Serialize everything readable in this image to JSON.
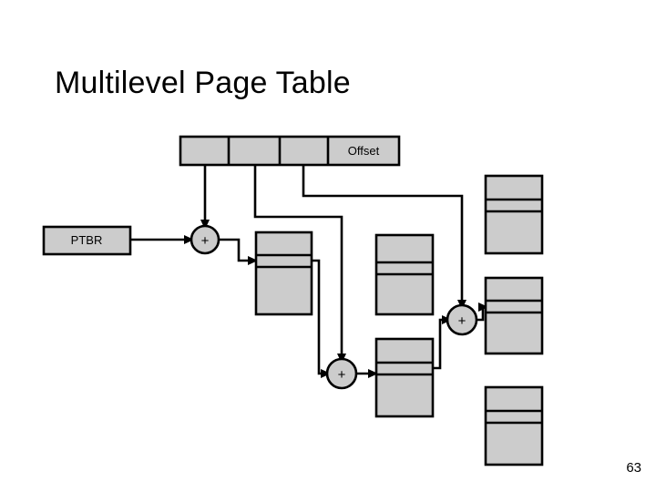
{
  "slide": {
    "title": "Multilevel Page Table",
    "page_number": "63",
    "background_color": "#ffffff",
    "text_color": "#000000"
  },
  "diagram": {
    "type": "block-diagram",
    "fill_color": "#cccccc",
    "stroke_color": "#000000",
    "virtual_address": {
      "name": "virtual-address-bar",
      "segments": [
        {
          "label": "",
          "name": "va-level1-index"
        },
        {
          "label": "",
          "name": "va-level2-index"
        },
        {
          "label": "",
          "name": "va-level3-index"
        },
        {
          "label": "Offset",
          "name": "va-offset"
        }
      ]
    },
    "ptbr": {
      "label": "PTBR",
      "name": "ptbr-register"
    },
    "adders": [
      {
        "label": "+",
        "name": "adder-1"
      },
      {
        "label": "+",
        "name": "adder-2"
      },
      {
        "label": "+",
        "name": "adder-3"
      }
    ],
    "page_tables": [
      {
        "name": "page-table-level1"
      },
      {
        "name": "page-table-level2"
      },
      {
        "name": "page-table-level3"
      }
    ],
    "memory_blocks": [
      {
        "name": "memory-block-top"
      },
      {
        "name": "memory-block-middle"
      },
      {
        "name": "memory-block-bottom"
      }
    ]
  }
}
